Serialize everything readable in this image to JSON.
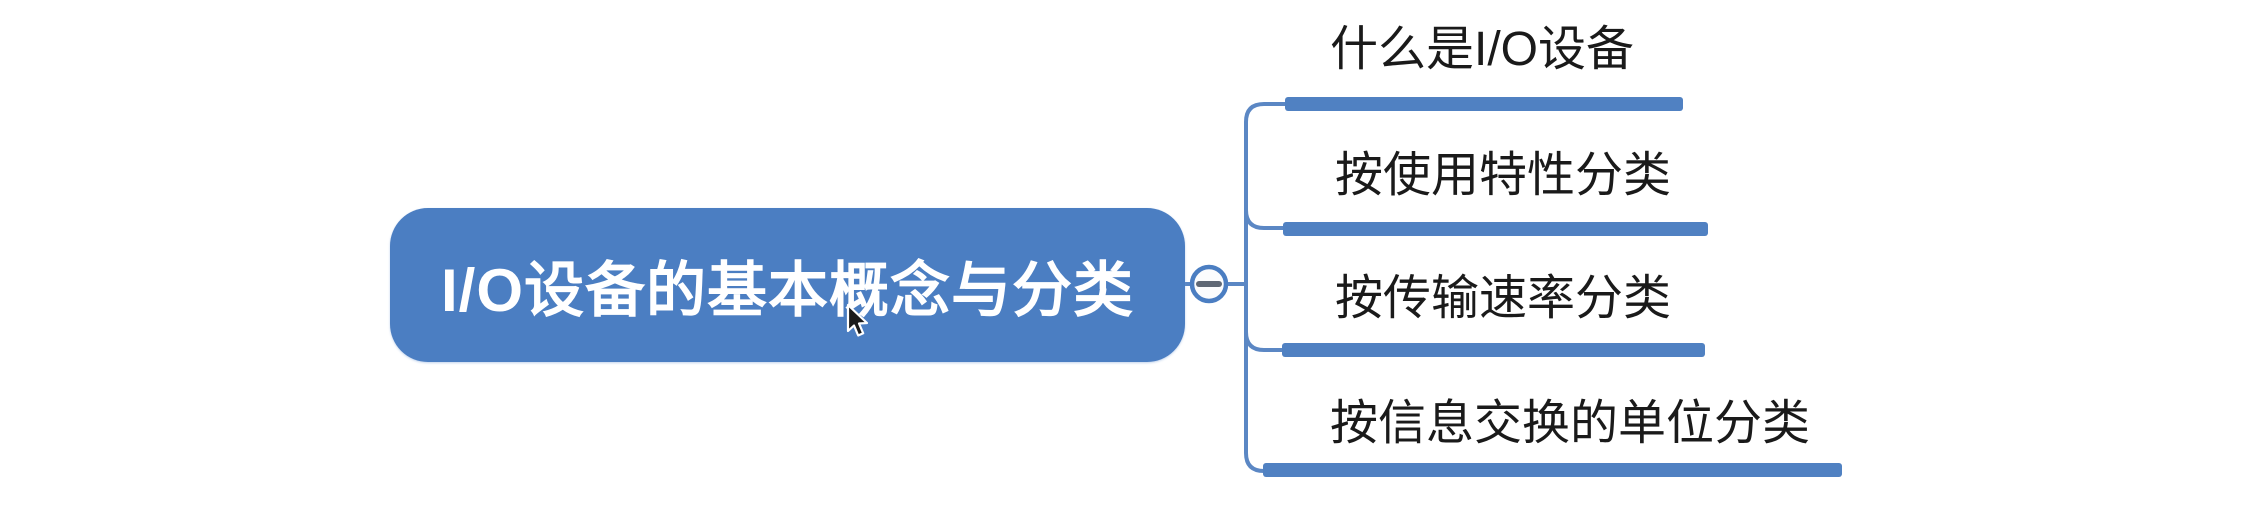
{
  "diagram": {
    "type": "mindmap",
    "root": {
      "label": "I/O设备的基本概念与分类"
    },
    "collapse_button": {
      "symbol": "−",
      "state": "expanded"
    },
    "branches": [
      {
        "label": "什么是I/O设备"
      },
      {
        "label": "按使用特性分类"
      },
      {
        "label": "按传输速率分类"
      },
      {
        "label": "按信息交换的单位分类"
      }
    ],
    "colors": {
      "background": "#ffffff",
      "root_fill": "#4b7ec2",
      "root_text": "#ffffff",
      "branch_bar": "#5081c2",
      "connector_line": "#5b87c4",
      "branch_text": "#1a1a1a",
      "collapse_circle_fill": "#fbfcfd",
      "collapse_circle_border": "#4b7ec2",
      "collapse_minus": "#5f6875"
    }
  }
}
